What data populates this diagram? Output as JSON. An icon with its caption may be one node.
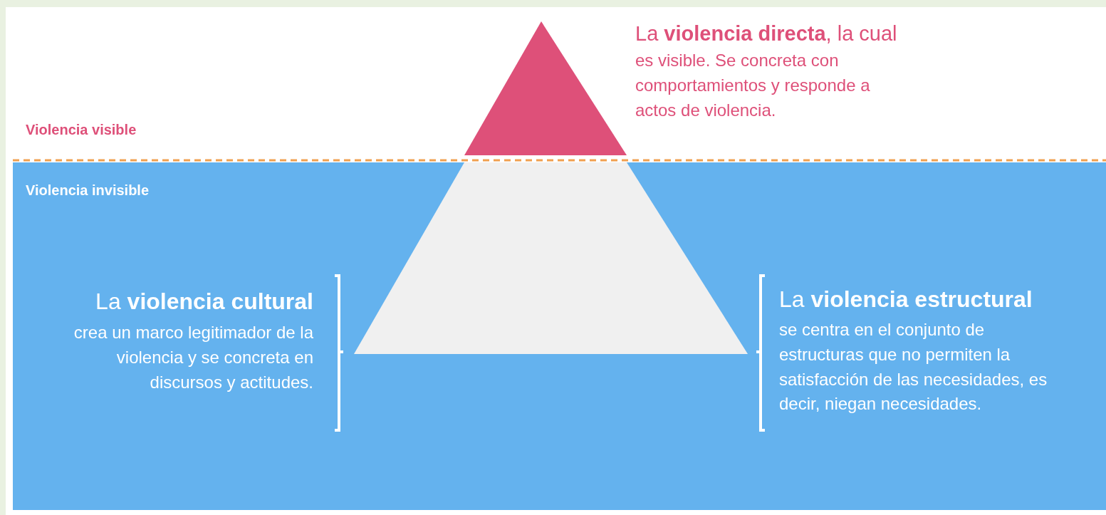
{
  "diagram": {
    "labels": [
      "La **violencia directa**, la cual es visible. Se concreta con comportamientos y responde a actos de violencia.",
      "Violencia visible",
      "Violencia invisible",
      "La **violencia cultural**",
      "crea un marco legitimador de la violencia y se concreta en discursos y actitudes.",
      "La **violencia estructural**",
      "se centra en el conjunto de estructuras que no permiten la satisfacción de las necesidades, es decir, niegan necesidades."
    ]
  }
}
